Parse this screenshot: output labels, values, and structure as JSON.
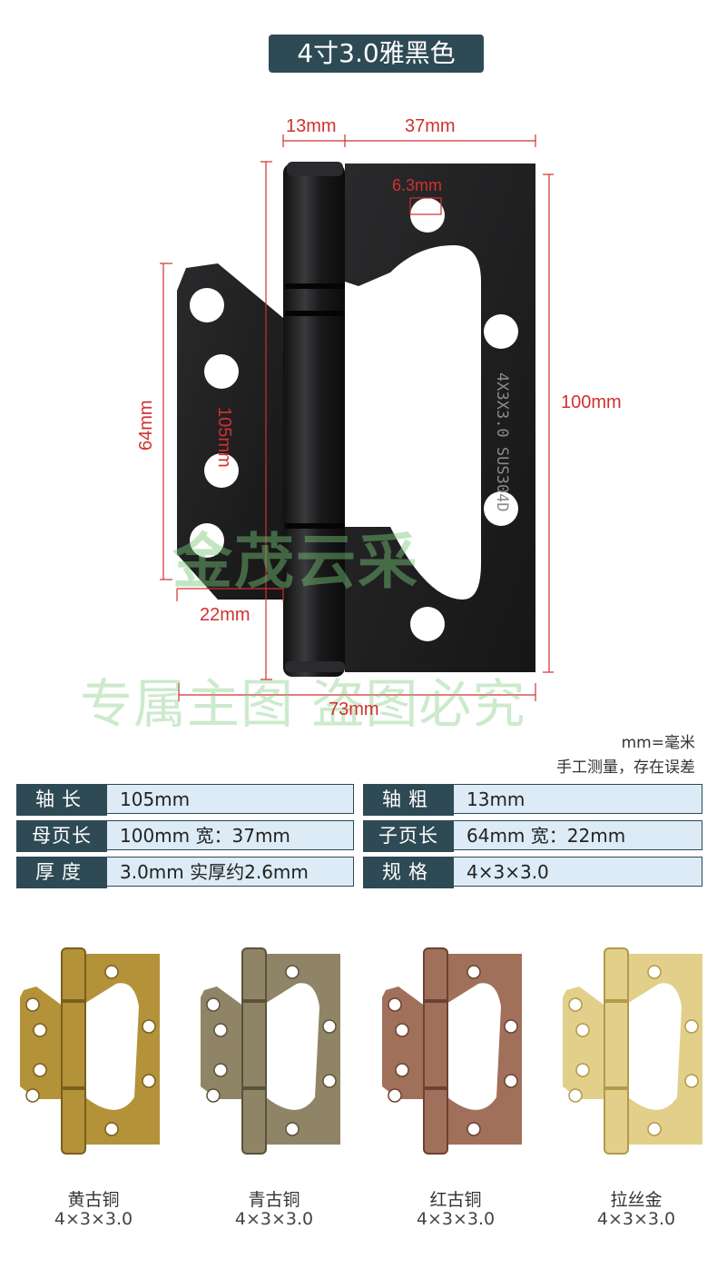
{
  "title": "4寸3.0雅黑色",
  "dimensions": {
    "pin_diameter": "13mm",
    "leaf_width_top": "37mm",
    "hole": "6.3mm",
    "leaf_height": "100mm",
    "pin_length": "105mm",
    "child_height": "64mm",
    "child_width": "22mm",
    "total_width": "73mm"
  },
  "stamp": "4X3X3.0 SUS304D",
  "watermark": {
    "line1": "金茂云采",
    "line2": "专属主图 盗图必究"
  },
  "notes": {
    "unit": "mm=毫米",
    "measure": "手工测量，存在误差"
  },
  "specs": [
    {
      "key": "轴长",
      "value": "105mm"
    },
    {
      "key": "轴粗",
      "value": "13mm"
    },
    {
      "key": "母页长",
      "value": "100mm  宽：37mm"
    },
    {
      "key": "子页长",
      "value": "64mm   宽：22mm"
    },
    {
      "key": "厚度",
      "value": "3.0mm  实厚约2.6mm"
    },
    {
      "key": "规格",
      "value": "4×3×3.0"
    }
  ],
  "variants": [
    {
      "name": "黄古铜",
      "spec": "4×3×3.0",
      "color": "#b3923a",
      "dark": "#7a5e1c"
    },
    {
      "name": "青古铜",
      "spec": "4×3×3.0",
      "color": "#8f8566",
      "dark": "#5a523a"
    },
    {
      "name": "红古铜",
      "spec": "4×3×3.0",
      "color": "#a1705a",
      "dark": "#6b4232"
    },
    {
      "name": "拉丝金",
      "spec": "4×3×3.0",
      "color": "#e2cf8a",
      "dark": "#b39a4a"
    }
  ],
  "colors": {
    "accent": "#2e4a55",
    "dim": "#d0312d",
    "cell": "#dcebf6",
    "hinge": "#1c1c1e"
  }
}
